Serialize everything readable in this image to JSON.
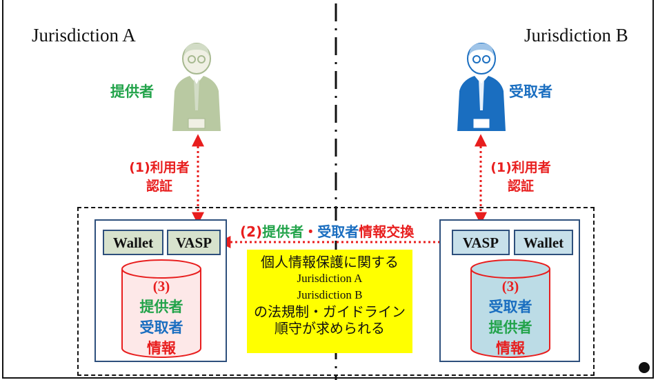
{
  "jurisdictions": {
    "a": "Jurisdiction A",
    "b": "Jurisdiction B"
  },
  "people": {
    "provider": {
      "label": "提供者",
      "color": "#22a34a"
    },
    "receiver": {
      "label": "受取者",
      "color": "#1a6ec0"
    }
  },
  "auth": {
    "line1": "(1)利用者",
    "line2": "認証"
  },
  "exchange": {
    "prefix": "(2)",
    "provider": "提供者",
    "dot": "・",
    "receiver": "受取者",
    "suffix": "情報交換"
  },
  "left_panel": {
    "wallet": "Wallet",
    "vasp": "VASP",
    "db": {
      "num": "(3)",
      "line1": "提供者",
      "line2": "受取者",
      "line3": "情報"
    }
  },
  "right_panel": {
    "wallet": "Wallet",
    "vasp": "VASP",
    "db": {
      "num": "(3)",
      "line1": "受取者",
      "line2": "提供者",
      "line3": "情報"
    }
  },
  "note": {
    "line1": "個人情報保護に関する",
    "line2": "Jurisdiction A",
    "line3": "Jurisdiction B",
    "line4": "の法規制・ガイドライン",
    "line5": "順守が求められる"
  },
  "colors": {
    "red": "#e81e1e",
    "green": "#22a34a",
    "blue": "#1a6ec0",
    "note_bg": "#ffff00"
  }
}
